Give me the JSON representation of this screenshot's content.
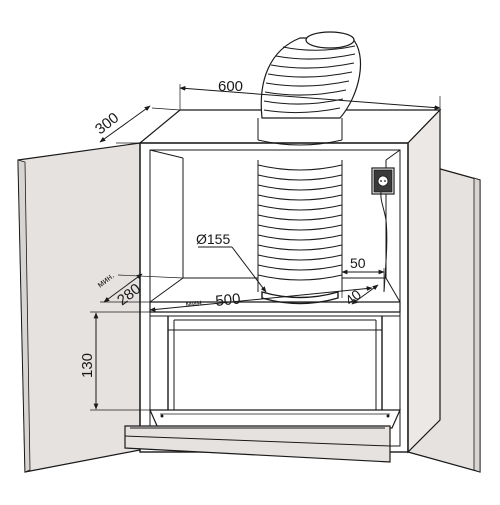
{
  "dimensions": {
    "width_600": "600",
    "depth_300": "300",
    "min_label_depth": "мин.",
    "depth_280": "280",
    "min_label_width": "мин.",
    "width_500": "500",
    "height_130": "130",
    "duct_diameter": "Ø155",
    "offset_50": "50",
    "offset_40": "40"
  },
  "colors": {
    "door_fill": "#e6e2e0",
    "cabinet_side_fill": "#ece8e6",
    "line": "#1a1a1a",
    "background": "#ffffff"
  },
  "icons": {
    "socket": "power-socket-icon",
    "duct": "flexible-duct-icon"
  }
}
